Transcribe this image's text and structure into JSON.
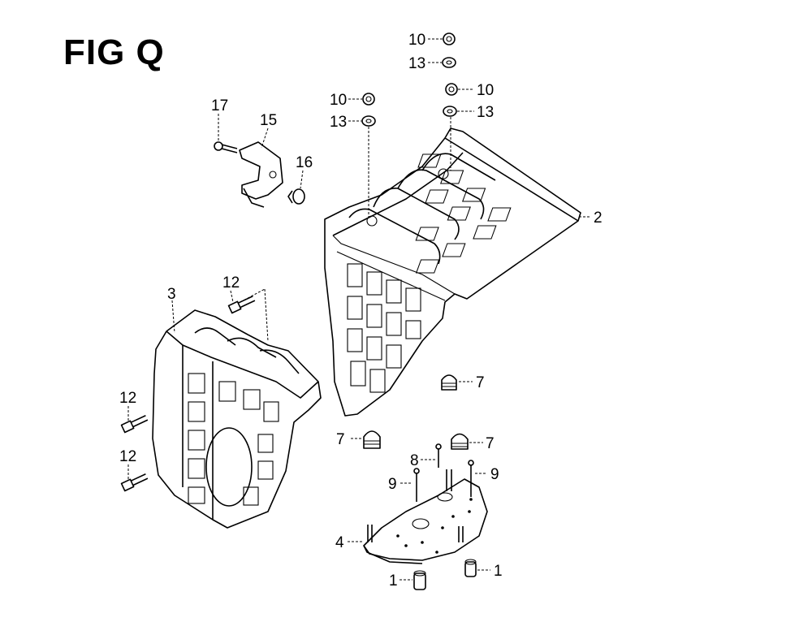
{
  "figure": {
    "title": "FIG Q"
  },
  "callouts": [
    {
      "id": "c17",
      "text": "17"
    },
    {
      "id": "c15",
      "text": "15"
    },
    {
      "id": "c16",
      "text": "16"
    },
    {
      "id": "c10a",
      "text": "10"
    },
    {
      "id": "c13a",
      "text": "13"
    },
    {
      "id": "c10b",
      "text": "10"
    },
    {
      "id": "c13b",
      "text": "13"
    },
    {
      "id": "c10c",
      "text": "10"
    },
    {
      "id": "c13c",
      "text": "13"
    },
    {
      "id": "c2",
      "text": "2"
    },
    {
      "id": "c12a",
      "text": "12"
    },
    {
      "id": "c3",
      "text": "3"
    },
    {
      "id": "c12b",
      "text": "12"
    },
    {
      "id": "c12c",
      "text": "12"
    },
    {
      "id": "c7a",
      "text": "7"
    },
    {
      "id": "c7b",
      "text": "7"
    },
    {
      "id": "c7c",
      "text": "7"
    },
    {
      "id": "c8",
      "text": "8"
    },
    {
      "id": "c9a",
      "text": "9"
    },
    {
      "id": "c9b",
      "text": "9"
    },
    {
      "id": "c4",
      "text": "4"
    },
    {
      "id": "c1a",
      "text": "1"
    },
    {
      "id": "c1b",
      "text": "1"
    }
  ]
}
